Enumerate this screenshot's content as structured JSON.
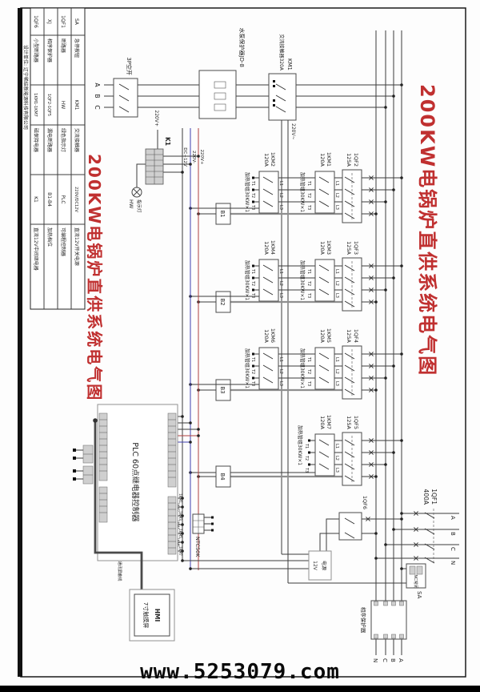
{
  "title": "200KW电锅炉直供系统电气图",
  "designer": "设计单位: 辽宁稀结新能源科技有限公司",
  "watermark": "www.5253079.com",
  "legend": {
    "rows": [
      [
        "SA",
        "急停按钮",
        "KM1",
        "交流接触器",
        "220V/DC12V",
        "直流12V开关电源"
      ],
      [
        "1QF1",
        "断路器",
        "HW",
        "绿色指示灯",
        "PLC",
        "可编程控制器"
      ],
      [
        "XJ",
        "相序保护器",
        "1QF2-1QF5",
        "漏电断路器",
        "B1-B4",
        "加热档位"
      ],
      [
        "1QF6",
        "小型断路器",
        "1KM1-1KM7",
        "磁保持电器",
        "K1",
        "直流12V中间继电器"
      ]
    ]
  },
  "bus": {
    "phases": [
      "A",
      "B",
      "C",
      "N"
    ]
  },
  "incoming": {
    "breaker": "1QF1",
    "amp": "400A",
    "phases": [
      "A",
      "B",
      "C",
      "N"
    ]
  },
  "feed": {
    "switch": "3P空开",
    "phases": [
      "A",
      "B",
      "C"
    ],
    "pump_protector": "水泵保护器JD-8",
    "contactor": "KM1",
    "contactor_desc": "交流接触器320A",
    "ac": "220V~"
  },
  "control": {
    "relay": "K1",
    "lamp": "指示灯",
    "lamp_id": "HW",
    "v_plus": "220V+",
    "rails": [
      "220V+",
      "220V-",
      "DC+12V"
    ]
  },
  "term": {
    "l": [
      "L1",
      "L2",
      "L3"
    ],
    "t": [
      "T1",
      "T2",
      "T3"
    ]
  },
  "groups": [
    {
      "qf": "1QF2",
      "qf_amp": "125A",
      "km_u": "1KM1",
      "km_u_amp": "120A",
      "km_l": "1KM2",
      "km_l_amp": "120A",
      "heater": "加热管组30KW×1",
      "b": "B1"
    },
    {
      "qf": "1QF3",
      "qf_amp": "125A",
      "km_u": "1KM3",
      "km_u_amp": "120A",
      "km_l": "1KM4",
      "km_l_amp": "120A",
      "heater": "加热管组30KW×1",
      "b": "B2"
    },
    {
      "qf": "1QF4",
      "qf_amp": "125A",
      "km_u": "1KM5",
      "km_u_amp": "120A",
      "km_l": "1KM6",
      "km_l_amp": "120A",
      "heater": "加热管组30KW×1",
      "b": "B3"
    },
    {
      "qf": "1QF5",
      "qf_amp": "125A",
      "km_u": "1KM7",
      "km_u_amp": "120A",
      "heater": "加热管组30KW×1",
      "b": "B4"
    }
  ],
  "plc": {
    "label": "PLC 60点继电器控制器",
    "outputs": [
      "1KM1",
      "1KM2",
      "1KM3",
      "1KM4",
      "1KM5",
      "1KM6",
      "1KM7"
    ],
    "sensor": "NTC50K",
    "comm": "通讯屏蔽线"
  },
  "aux": {
    "qf6": "1QF6",
    "psu_line1": "电源",
    "psu_line2": "12V",
    "sa": "SA",
    "sa_inner": "NC常闭",
    "xj": "相序保护器"
  },
  "hmi": {
    "line1": "HMI",
    "line2": "7寸触摸屏"
  }
}
